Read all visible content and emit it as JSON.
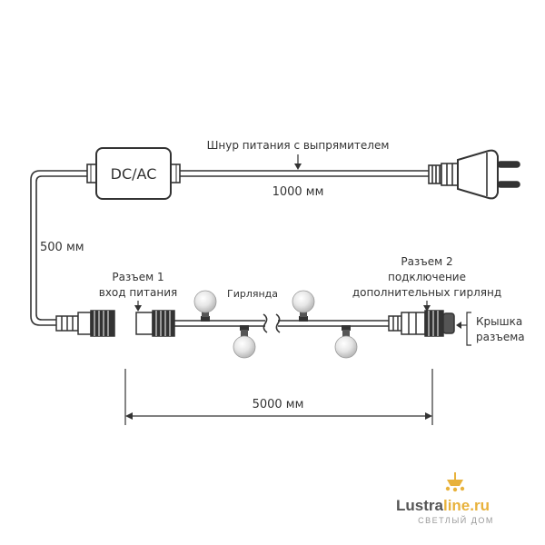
{
  "labels": {
    "power_cord": "Шнур питания с выпрямителем",
    "converter": "DC/AC",
    "cord_length": "1000 мм",
    "lead_length": "500 мм",
    "connector1_line1": "Разъем 1",
    "connector1_line2": "вход питания",
    "garland": "Гирлянда",
    "connector2_line1": "Разъем 2",
    "connector2_line2": "подключение",
    "connector2_line3": "дополнительных гирлянд",
    "cap_line1": "Крышка",
    "cap_line2": "разъема",
    "garland_length": "5000 мм"
  },
  "logo": {
    "part1": "Lustra",
    "part2": "line.ru",
    "tagline": "СВЕТЛЫЙ ДОМ"
  },
  "colors": {
    "line": "#333333",
    "logo_dark": "#555555",
    "logo_accent": "#e8b23c",
    "logo_sub": "#999999"
  }
}
